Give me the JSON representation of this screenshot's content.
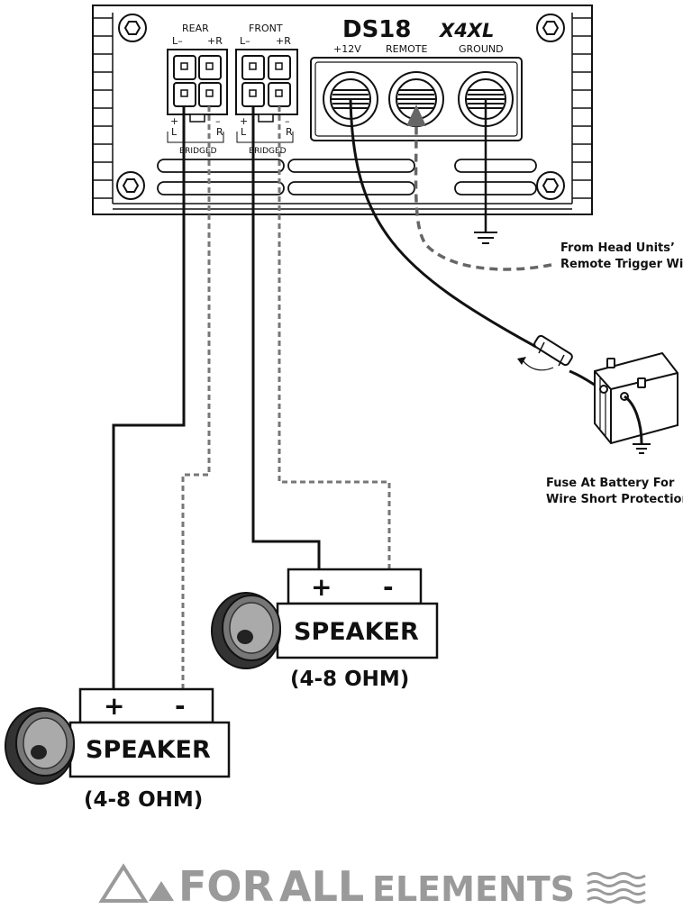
{
  "amplifier": {
    "brand": "DS18",
    "model": "X4XL",
    "rear_label": "REAR",
    "front_label": "FRONT",
    "rear_lr": {
      "left": "L–",
      "right": "+R"
    },
    "front_lr": {
      "left": "L–",
      "right": "+R"
    },
    "bridged_labels": [
      "BRIDGED",
      "BRIDGED"
    ],
    "bridged_marks": {
      "plus": "+",
      "minus": "–",
      "left": "L",
      "right": "R"
    },
    "power_labels": [
      "+12V",
      "REMOTE",
      "GROUND"
    ]
  },
  "notes": {
    "remote_line1": "From Head Units’",
    "remote_line2": "Remote Trigger Wire",
    "fuse_line1": "Fuse At Battery For",
    "fuse_line2": "Wire Short Protection"
  },
  "speakers": [
    {
      "plus": "+",
      "minus": "-",
      "label": "SPEAKER",
      "impedance": "(4-8 OHM)"
    },
    {
      "plus": "+",
      "minus": "-",
      "label": "SPEAKER",
      "impedance": "(4-8 OHM)"
    }
  ],
  "footer": {
    "word1": "FOR",
    "word2": "ALL",
    "word3": "ELEMENTS"
  },
  "colors": {
    "line": "#111111",
    "footer": "#9a9a9a",
    "dashed": "#777777"
  }
}
